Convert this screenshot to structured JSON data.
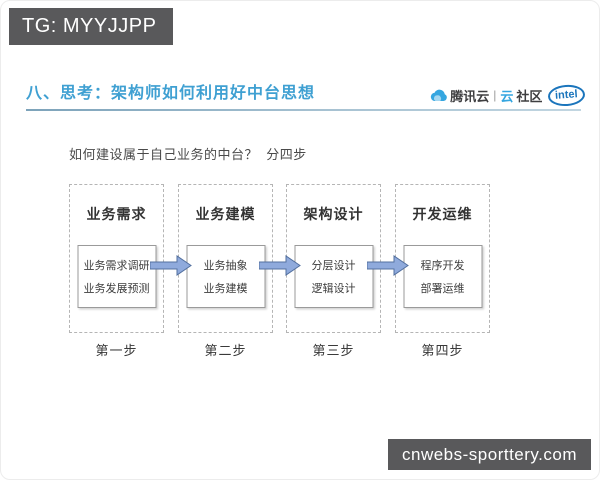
{
  "badge": {
    "text": "TG: MYYJJPP"
  },
  "slide": {
    "title": "八、思考：架构师如何利用好中台思想",
    "subtitle": "如何建设属于自己业务的中台？  分四步"
  },
  "logos": {
    "tencent_cloud": {
      "icon": "cloud-icon",
      "brand": "腾讯云",
      "separator": "|",
      "cloud_char": "云",
      "community": "社区"
    },
    "intel": {
      "text": "intel"
    }
  },
  "diagram": {
    "steps": [
      {
        "title": "业务需求",
        "items": [
          "业务需求调研",
          "业务发展预测"
        ],
        "step_label": "第一步"
      },
      {
        "title": "业务建模",
        "items": [
          "业务抽象",
          "业务建模"
        ],
        "step_label": "第二步"
      },
      {
        "title": "架构设计",
        "items": [
          "分层设计",
          "逻辑设计"
        ],
        "step_label": "第三步"
      },
      {
        "title": "开发运维",
        "items": [
          "程序开发",
          "部署运维"
        ],
        "step_label": "第四步"
      }
    ]
  },
  "watermark": {
    "text": "cnwebs-sporttery.com"
  },
  "colors": {
    "title_blue": "#3fa0d2",
    "divider_blue": "#8fb0c3",
    "arrow_fill": "#8faadc",
    "arrow_border": "#53709f",
    "badge_bg": "#59595b",
    "watermark_bg": "#59595b",
    "tencent_blue": "#35a6e0",
    "intel_blue": "#1b75bc",
    "text_dark": "#3a3a3a"
  }
}
